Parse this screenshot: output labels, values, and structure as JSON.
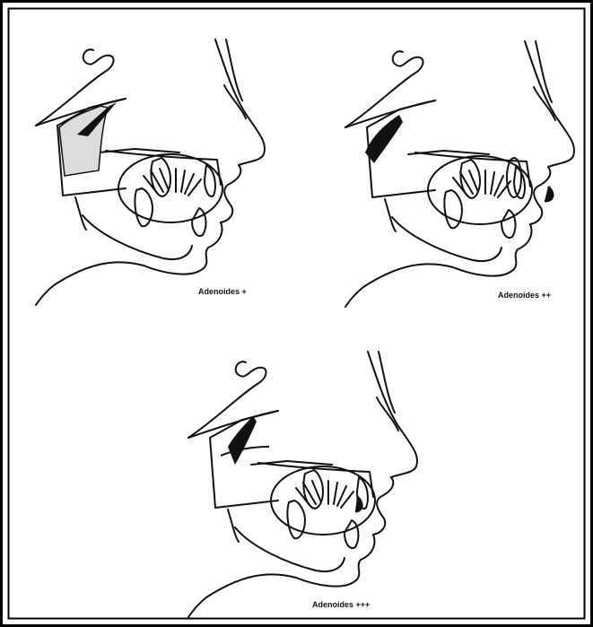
{
  "panels": [
    {
      "caption": "Adenoides +",
      "grade": 1
    },
    {
      "caption": "Adenoides ++",
      "grade": 2
    },
    {
      "caption": "Adenoides +++",
      "grade": 3
    }
  ],
  "colors": {
    "ink": "#111111",
    "border": "#000000",
    "background": "#ffffff"
  }
}
